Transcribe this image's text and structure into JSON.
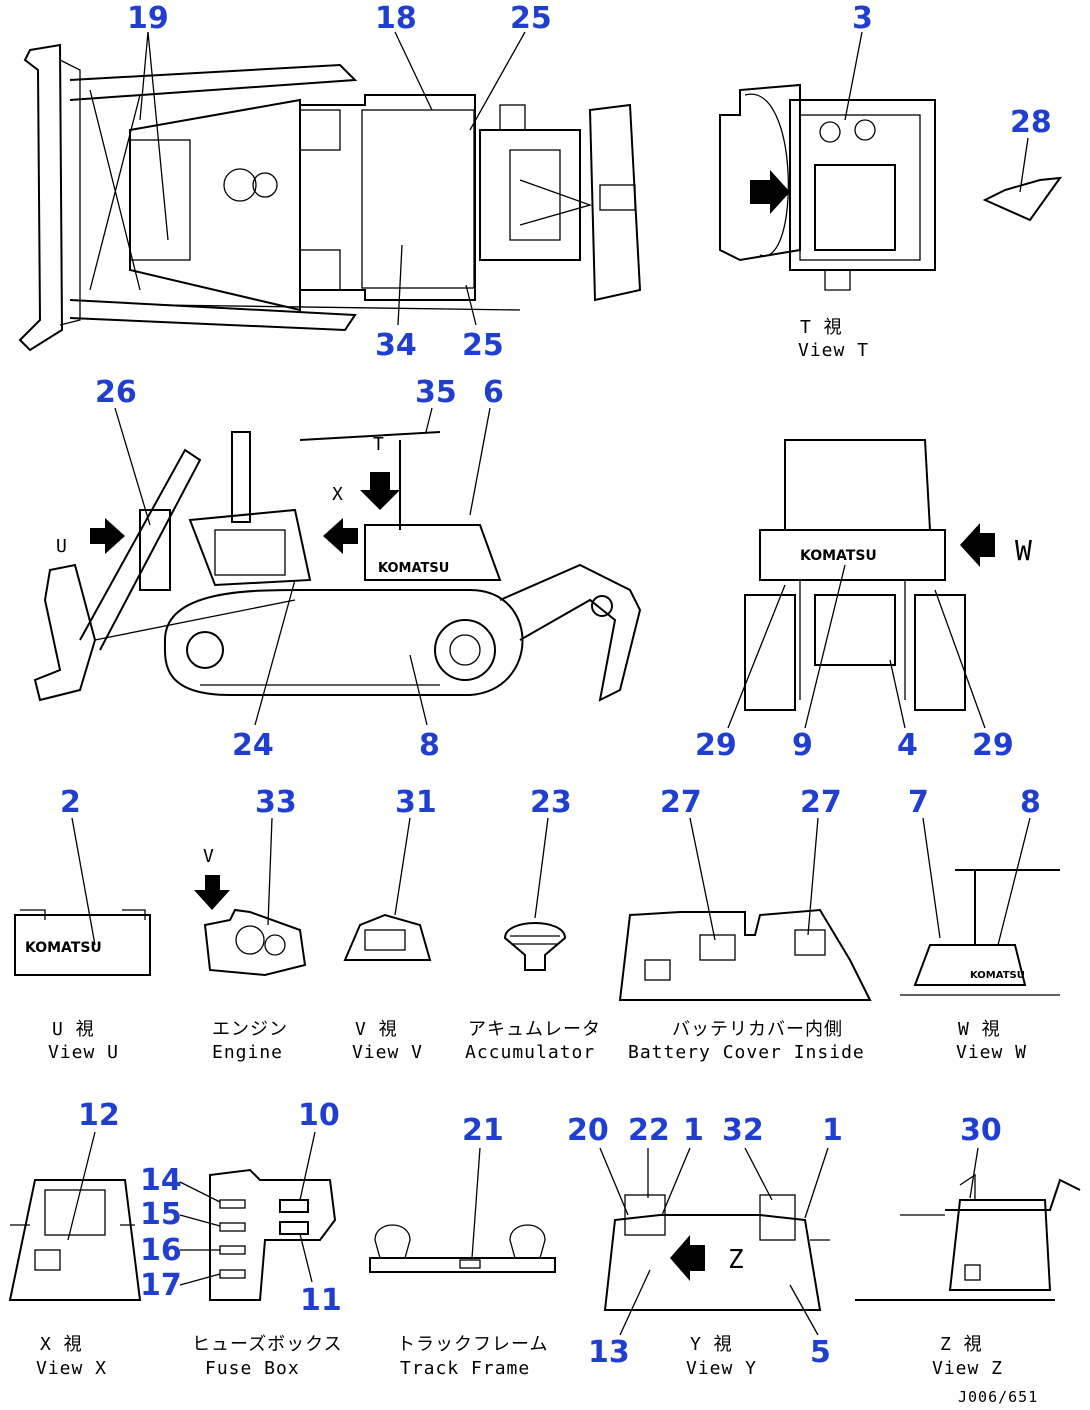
{
  "drawing": {
    "code": "J006/651",
    "callouts": {
      "c19": "19",
      "c18": "18",
      "c25a": "25",
      "c25b": "25",
      "c34": "34",
      "c3": "3",
      "c28": "28",
      "c26": "26",
      "c35": "35",
      "c6": "6",
      "c24": "24",
      "c8a": "8",
      "c29a": "29",
      "c9": "9",
      "c4": "4",
      "c29b": "29",
      "c2": "2",
      "c33": "33",
      "c31": "31",
      "c23": "23",
      "c27a": "27",
      "c27b": "27",
      "c7": "7",
      "c8b": "8",
      "c12": "12",
      "c14": "14",
      "c15": "15",
      "c16": "16",
      "c17": "17",
      "c10": "10",
      "c11": "11",
      "c21": "21",
      "c20": "20",
      "c22": "22",
      "c1a": "1",
      "c32": "32",
      "c1b": "1",
      "c13": "13",
      "c5": "5",
      "c30": "30"
    },
    "arrow_letters": {
      "T": "T",
      "U": "U",
      "X": "X",
      "W": "W",
      "V": "V",
      "Z": "Z"
    },
    "captions": {
      "view_t_jp": "T 視",
      "view_t_en": "View T",
      "view_u_jp": "U 視",
      "view_u_en": "View U",
      "engine_jp": "エンジン",
      "engine_en": "Engine",
      "view_v_jp": "V 視",
      "view_v_en": "View V",
      "accumulator_jp": "アキュムレータ",
      "accumulator_en": "Accumulator",
      "battery_jp": "バッテリカバー内側",
      "battery_en": "Battery Cover Inside",
      "view_w_jp": "W 視",
      "view_w_en": "View W",
      "view_x_jp": "X 視",
      "view_x_en": "View X",
      "fuse_jp": "ヒューズボックス",
      "fuse_en": "Fuse Box",
      "track_jp": "トラックフレーム",
      "track_en": "Track Frame",
      "view_y_jp": "Y 視",
      "view_y_en": "View Y",
      "view_z_jp": "Z 視",
      "view_z_en": "View Z"
    },
    "brand_marks": {
      "komatsu": "KOMATSU"
    },
    "colors": {
      "callout": "#1f3fd1",
      "line": "#000000"
    }
  }
}
